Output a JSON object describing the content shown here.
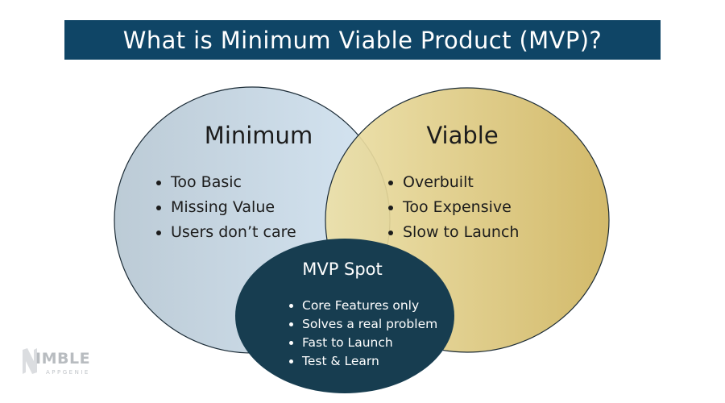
{
  "title": "What is Minimum Viable Product (MVP)?",
  "minimum": {
    "title": "Minimum",
    "items": [
      "Too Basic",
      "Missing Value",
      "Users don’t care"
    ]
  },
  "viable": {
    "title": "Viable",
    "items": [
      "Overbuilt",
      "Too Expensive",
      "Slow to Launch"
    ]
  },
  "mvp_spot": {
    "title": "MVP Spot",
    "items": [
      "Core Features only",
      "Solves a real problem",
      "Fast to Launch",
      "Test & Learn"
    ]
  },
  "logo": {
    "word": "IMBLE",
    "sub": "APPGENIE",
    "icon": "nimble-n-logo-icon"
  },
  "colors": {
    "title_bar": "#0f4566",
    "minimum_fill_start": "#bccbd6",
    "minimum_fill_end": "#d5e5f2",
    "viable_fill_start": "#ece0a8",
    "viable_fill_end": "#cfb45e",
    "mvp_fill": "#173d50"
  }
}
